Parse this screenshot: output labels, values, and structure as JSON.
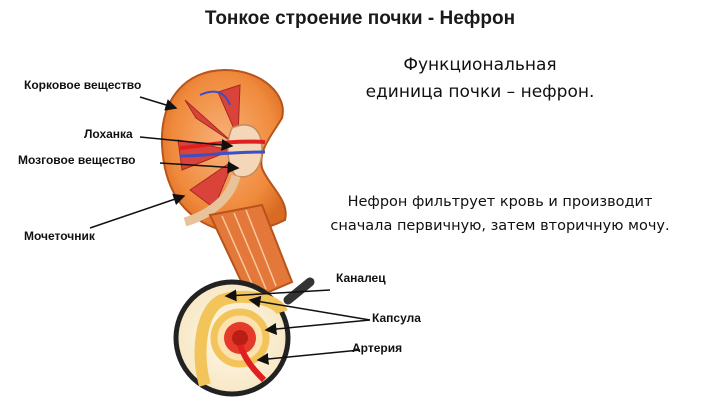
{
  "title": "Тонкое строение почки -  Нефрон",
  "subtitle": {
    "line1": "Функциональная",
    "line2": "единица почки – нефрон."
  },
  "description": {
    "line1": "Нефрон фильтрует кровь и производит",
    "line2": "сначала первичную, затем вторичную мочу."
  },
  "labels": {
    "cortex": "Корковое вещество",
    "pelvis": "Лоханка",
    "medulla": "Мозговое вещество",
    "ureter": "Мочеточник",
    "tubule": "Каналец",
    "capsule": "Капсула",
    "artery": "Артерия"
  },
  "colors": {
    "kidney_orange": "#f08a3c",
    "pyramid_red": "#d9433a",
    "vessel_red": "#e02020",
    "vessel_blue": "#3a4fc8",
    "capsule_yellow": "#f2c45a"
  }
}
